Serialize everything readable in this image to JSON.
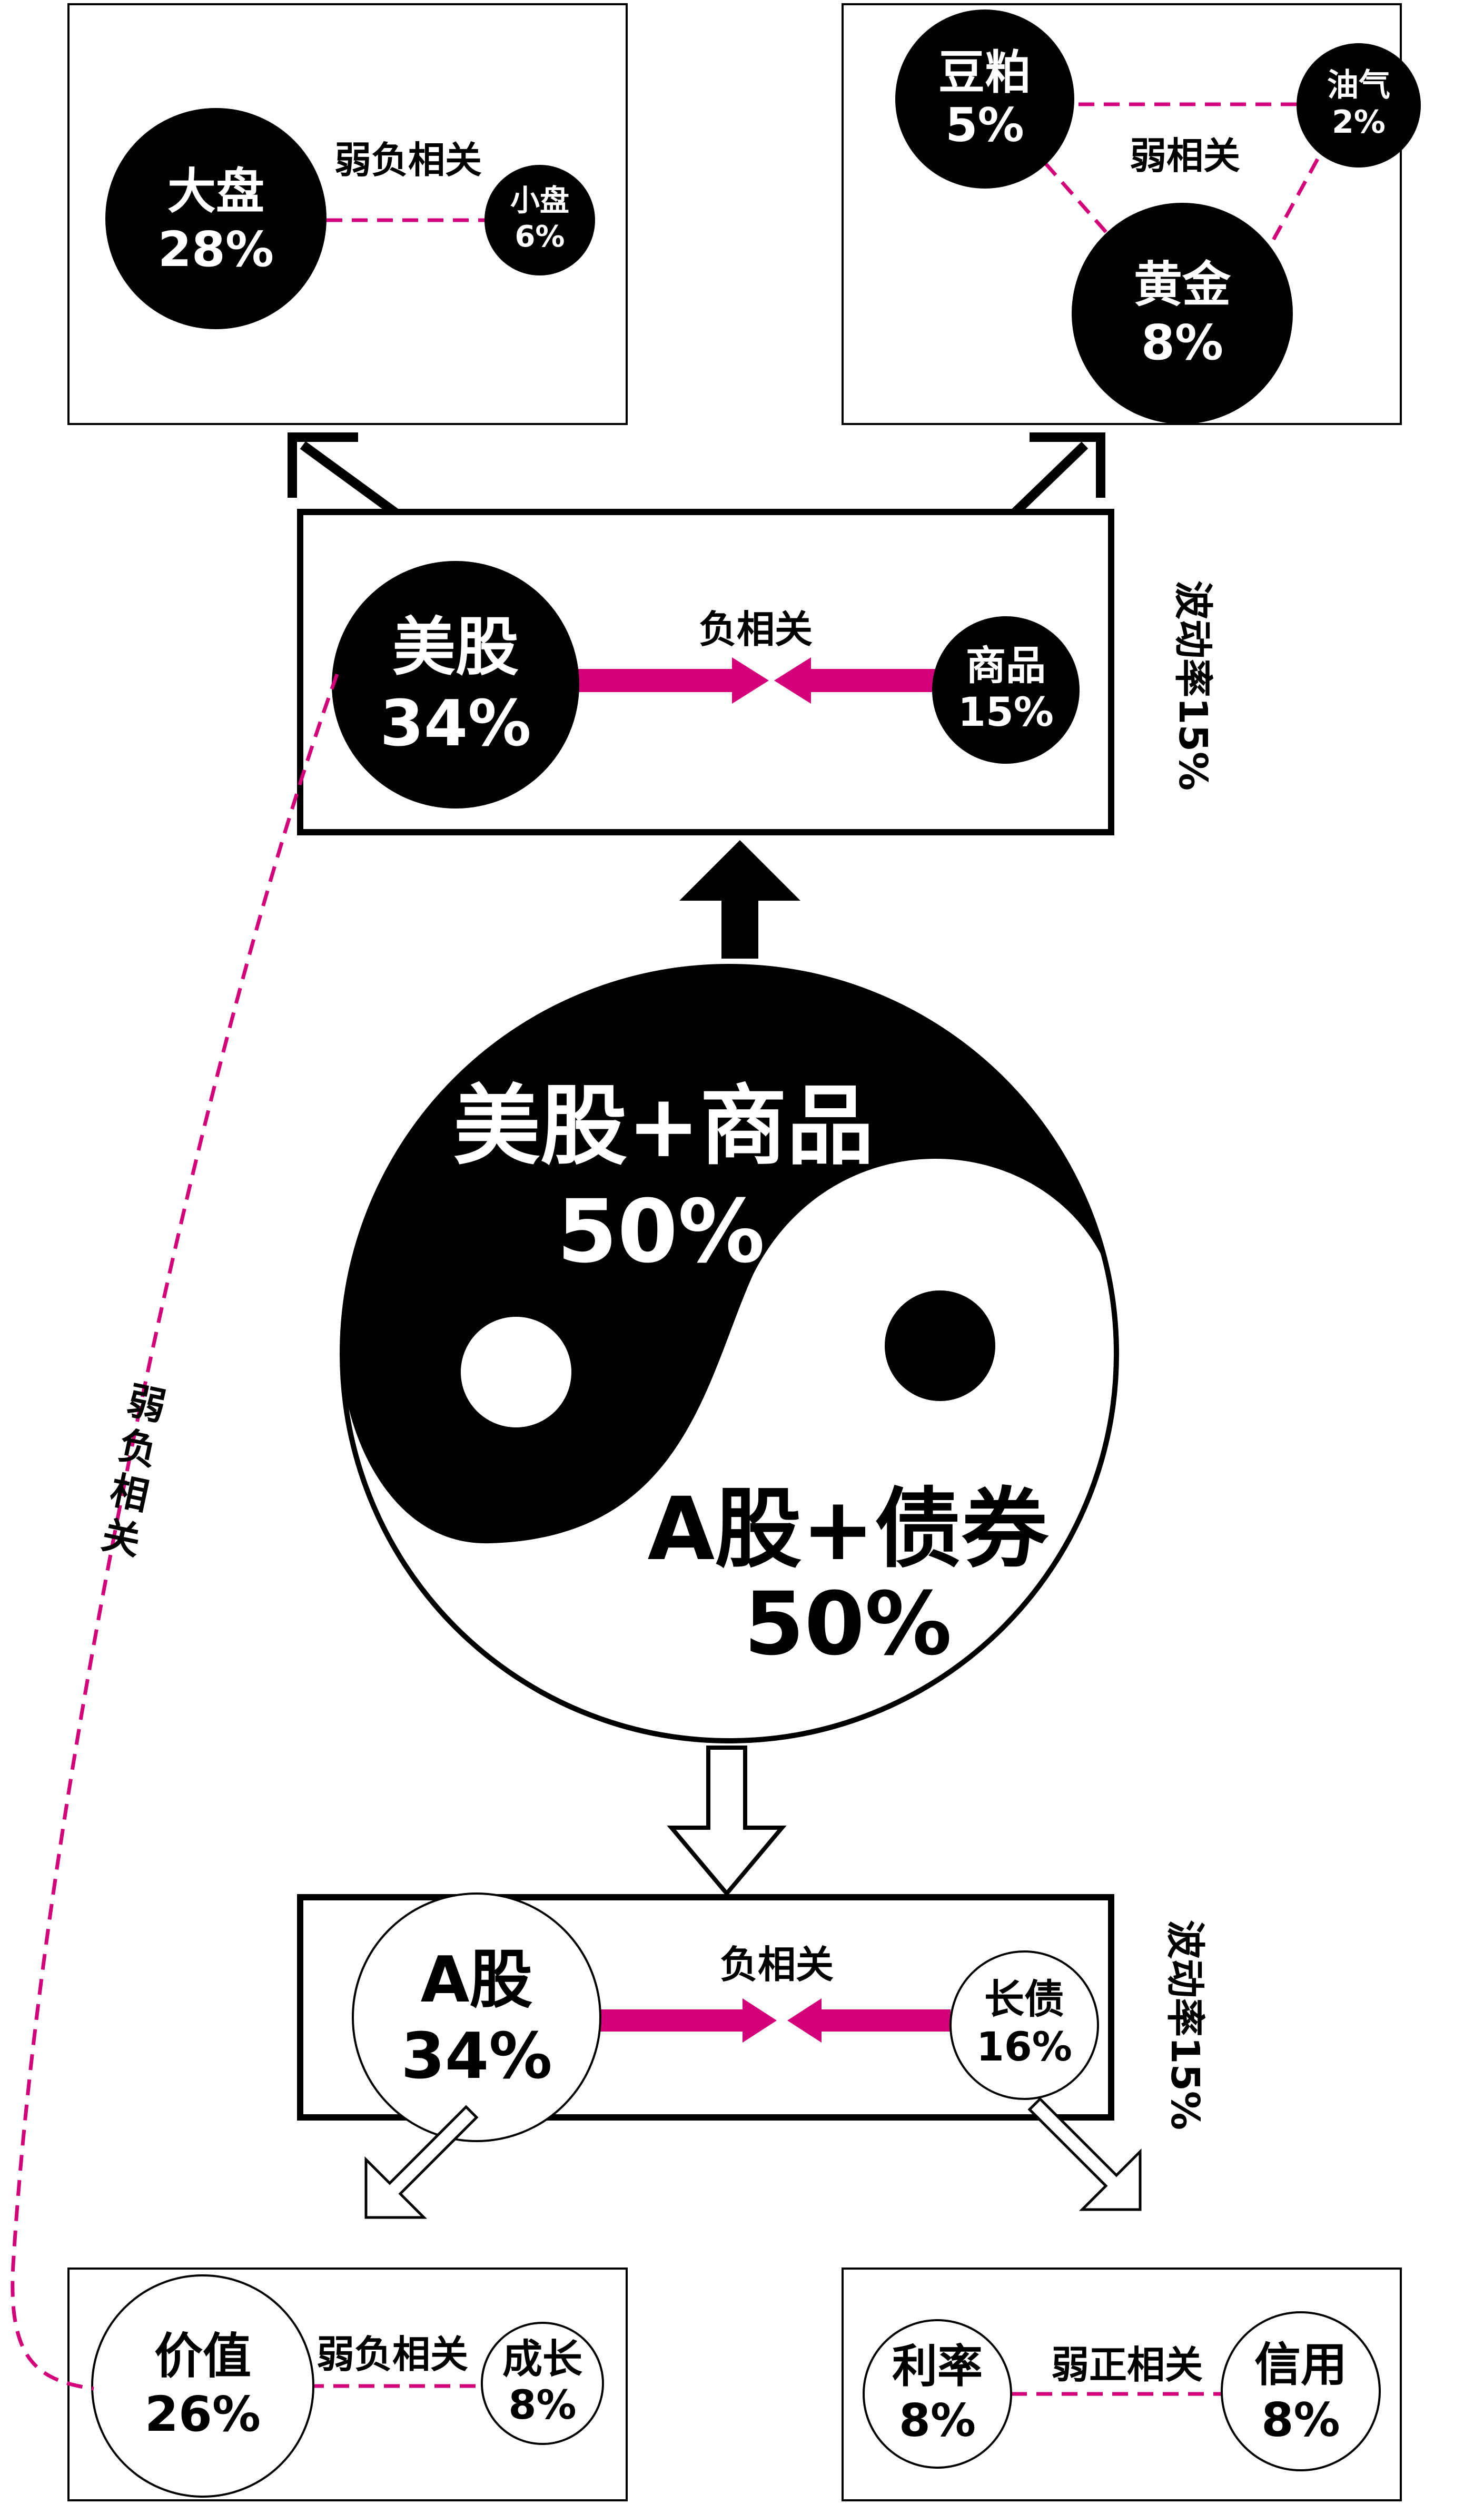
{
  "colors": {
    "black": "#000000",
    "white": "#ffffff",
    "accent": "#d4007a",
    "dash": "#d4007a"
  },
  "top_left": {
    "big": {
      "name": "大盘",
      "pct": "28%"
    },
    "small": {
      "name": "小盘",
      "pct": "6%"
    },
    "relation": "弱负相关"
  },
  "top_right": {
    "soy": {
      "name": "豆粕",
      "pct": "5%"
    },
    "oil": {
      "name": "油气",
      "pct": "2%"
    },
    "gold": {
      "name": "黄金",
      "pct": "8%"
    },
    "relation": "弱相关"
  },
  "us_box": {
    "stock": {
      "name": "美股",
      "pct": "34%"
    },
    "commodity": {
      "name": "商品",
      "pct": "15%"
    },
    "relation": "负相关",
    "volatility": "波动率15%"
  },
  "yinyang": {
    "top": {
      "label": "美股+商品",
      "pct": "50%"
    },
    "bottom": {
      "label": "A股+债券",
      "pct": "50%"
    }
  },
  "a_box": {
    "stock": {
      "name": "A股",
      "pct": "34%"
    },
    "bond": {
      "name": "长债",
      "pct": "16%"
    },
    "relation": "负相关",
    "volatility": "波动率15%"
  },
  "bottom_left": {
    "value": {
      "name": "价值",
      "pct": "26%"
    },
    "growth": {
      "name": "成长",
      "pct": "8%"
    },
    "relation": "弱负相关"
  },
  "bottom_right": {
    "rate": {
      "name": "利率",
      "pct": "8%"
    },
    "credit": {
      "name": "信用",
      "pct": "8%"
    },
    "relation": "弱正相关"
  },
  "left_curve_label": "弱负相关"
}
